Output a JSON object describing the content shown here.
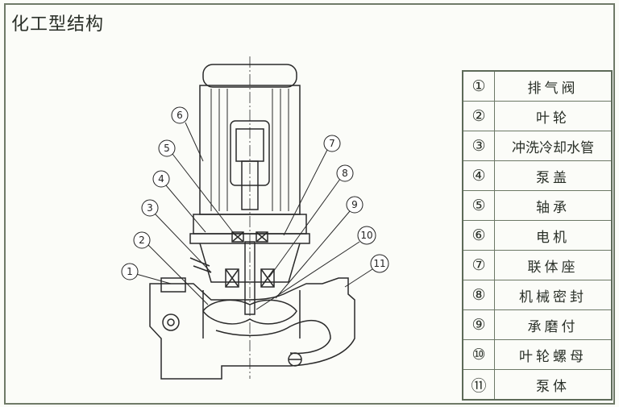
{
  "title": "化工型结构",
  "parts": [
    {
      "num": "①",
      "name": "排气阀"
    },
    {
      "num": "②",
      "name": "叶轮"
    },
    {
      "num": "③",
      "name": "冲洗冷却水管"
    },
    {
      "num": "④",
      "name": "泵盖"
    },
    {
      "num": "⑤",
      "name": "轴承"
    },
    {
      "num": "⑥",
      "name": "电机"
    },
    {
      "num": "⑦",
      "name": "联体座"
    },
    {
      "num": "⑧",
      "name": "机械密封"
    },
    {
      "num": "⑨",
      "name": "承磨付"
    },
    {
      "num": "⑩",
      "name": "叶轮螺母"
    },
    {
      "num": "⑪",
      "name": "泵体"
    }
  ],
  "callouts": [
    "1",
    "2",
    "3",
    "4",
    "5",
    "6",
    "7",
    "8",
    "9",
    "10",
    "11"
  ]
}
